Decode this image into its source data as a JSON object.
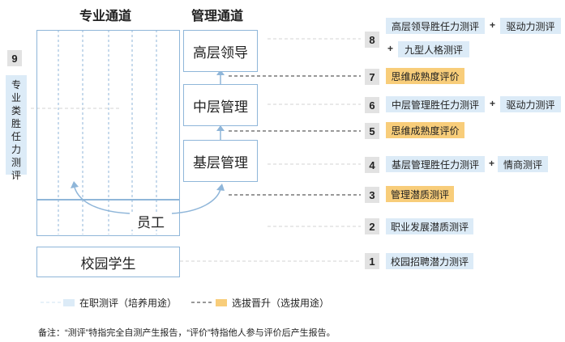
{
  "headers": {
    "professional": "专业通道",
    "management": "管理通道"
  },
  "side": {
    "num": "9",
    "label": "专业类胜任力测评"
  },
  "boxes": {
    "senior": "高层领导",
    "middle": "中层管理",
    "junior": "基层管理",
    "employee": "员工",
    "student": "校园学生"
  },
  "levels": [
    {
      "num": "8",
      "tags": [
        "高层领导胜任力测评",
        "驱动力测评",
        "九型人格测评"
      ]
    },
    {
      "num": "7",
      "tags": [
        "思维成熟度评价"
      ]
    },
    {
      "num": "6",
      "tags": [
        "中层管理胜任力测评",
        "驱动力测评"
      ]
    },
    {
      "num": "5",
      "tags": [
        "思维成熟度评价"
      ]
    },
    {
      "num": "4",
      "tags": [
        "基层管理胜任力测评",
        "情商测评"
      ]
    },
    {
      "num": "3",
      "tags": [
        "管理潜质测评"
      ]
    },
    {
      "num": "2",
      "tags": [
        "职业发展潜质测评"
      ]
    },
    {
      "num": "1",
      "tags": [
        "校园招聘潜力测评"
      ]
    }
  ],
  "plus": "+",
  "legend": {
    "training": "在职测评（培养用途）",
    "selection": "选拔晋升（选拔用途）"
  },
  "note": "备注：“测评”特指完全自测产生报告，“评价”特指他人参与评价后产生报告。",
  "colors": {
    "blue_tag": "#dcebf7",
    "orange_tag": "#f8cd7a",
    "box_border": "#8fb6d9"
  }
}
